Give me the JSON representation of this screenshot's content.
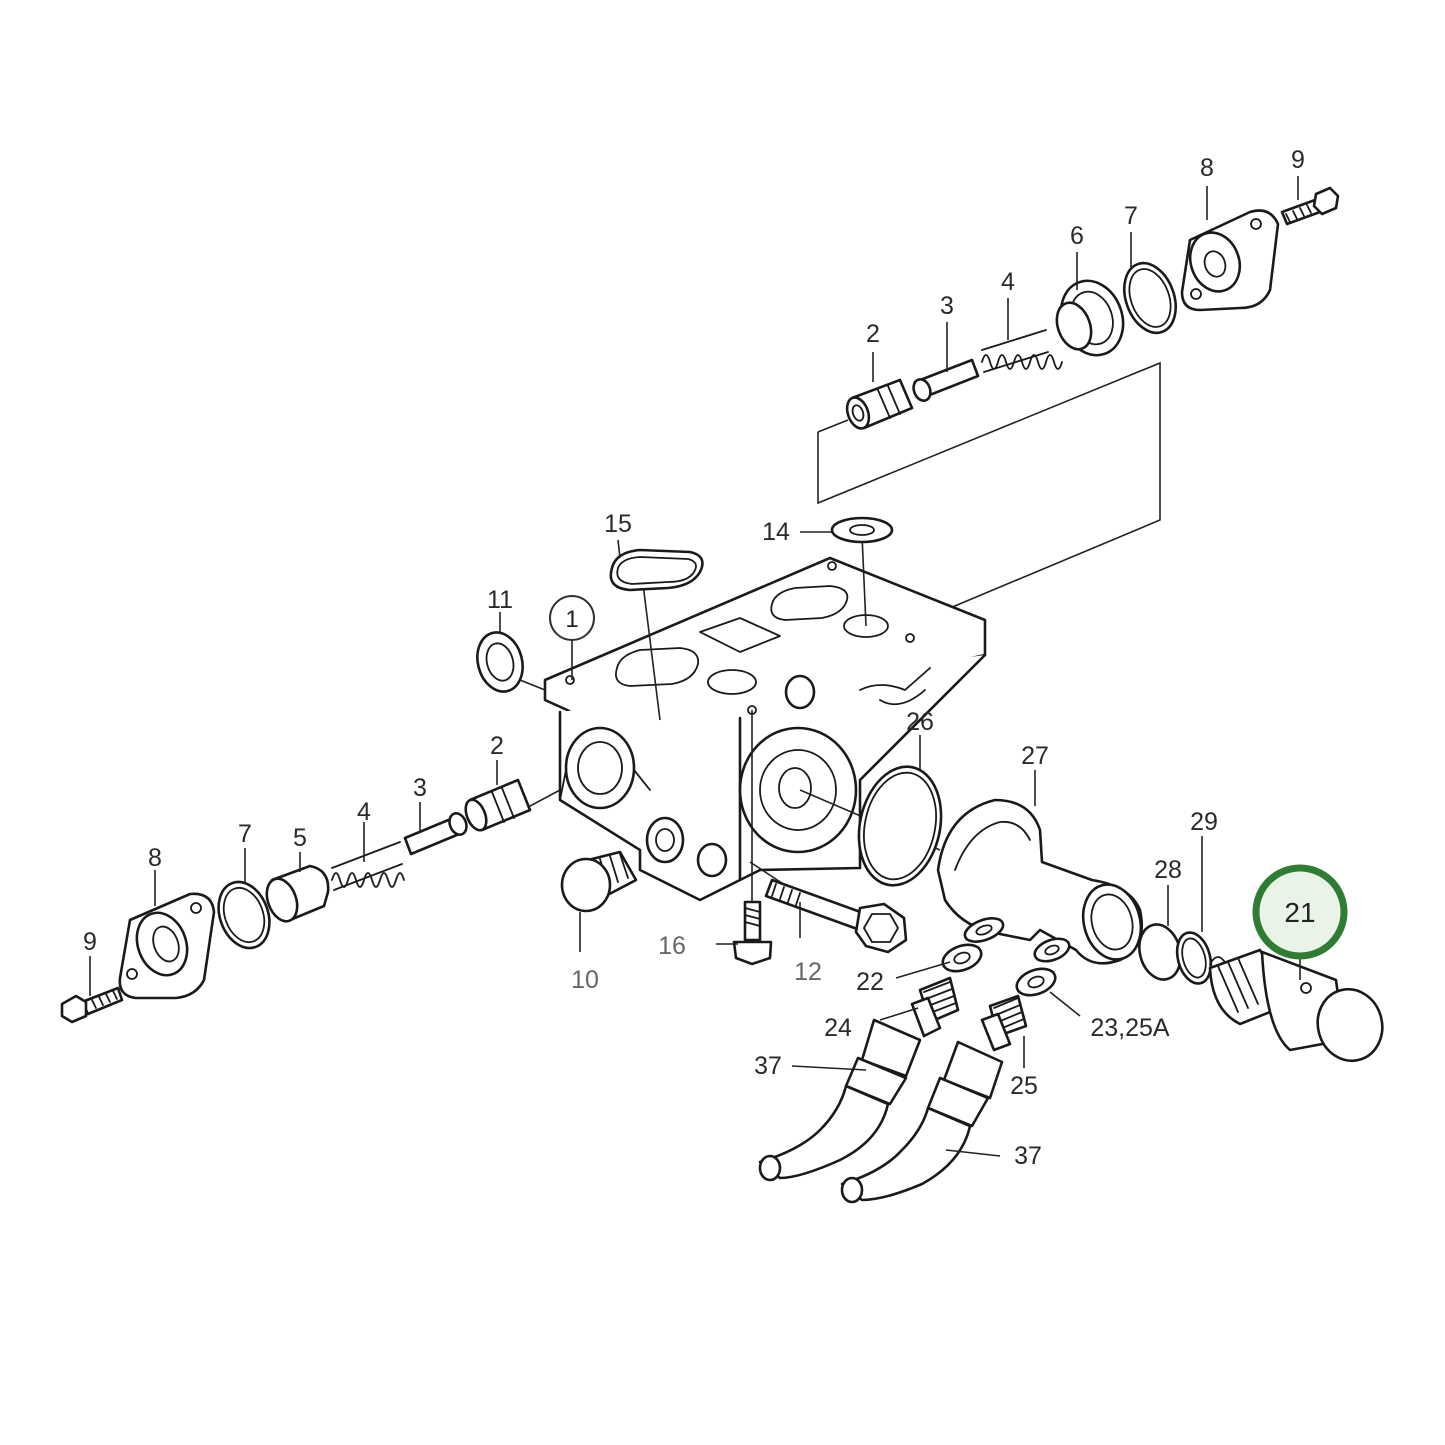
{
  "diagram": {
    "assembly_label": "1",
    "highlighted_part": "21",
    "highlight_color": "#2e7d32",
    "callouts": {
      "top_2": "2",
      "top_3": "3",
      "top_4": "4",
      "top_6": "6",
      "top_7": "7",
      "top_8": "8",
      "top_9": "9",
      "p14": "14",
      "p15": "15",
      "p11": "11",
      "p26": "26",
      "p27": "27",
      "p28": "28",
      "p29": "29",
      "left_2": "2",
      "left_3": "3",
      "left_4": "4",
      "left_5": "5",
      "left_7": "7",
      "left_8": "8",
      "left_9": "9",
      "p10": "10",
      "p16": "16",
      "p12": "12",
      "p22": "22",
      "p23_25a": "23,25A",
      "p24": "24",
      "p25": "25",
      "p37_left": "37",
      "p37_right": "37"
    }
  }
}
